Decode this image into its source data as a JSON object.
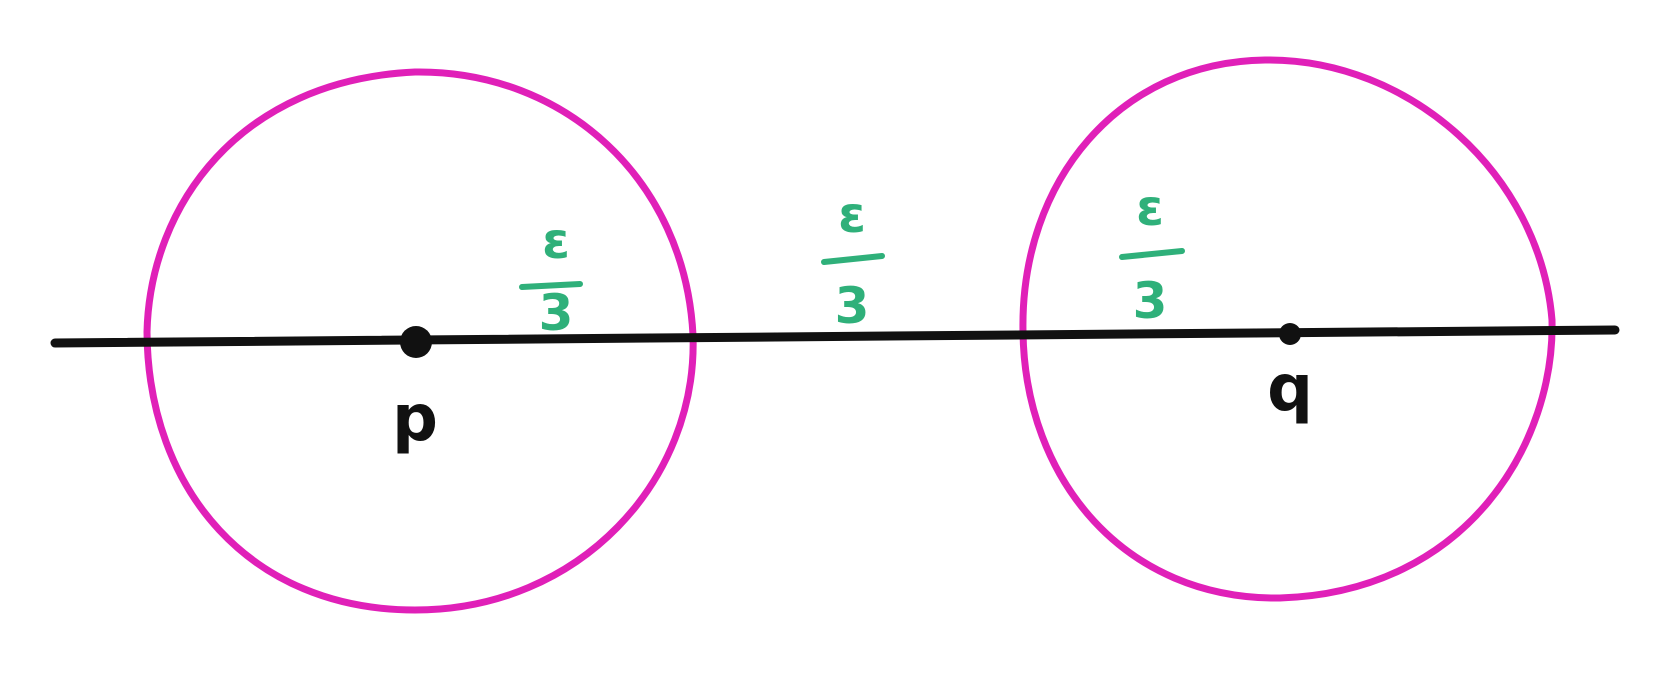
{
  "points": {
    "p": {
      "label": "p"
    },
    "q": {
      "label": "q"
    }
  },
  "distance_labels": [
    {
      "numerator": "ε",
      "denominator": "3"
    },
    {
      "numerator": "ε",
      "denominator": "3"
    },
    {
      "numerator": "ε",
      "denominator": "3"
    }
  ],
  "colors": {
    "circle": "#e020b8",
    "line": "#111111",
    "fraction": "#2fb07a"
  }
}
